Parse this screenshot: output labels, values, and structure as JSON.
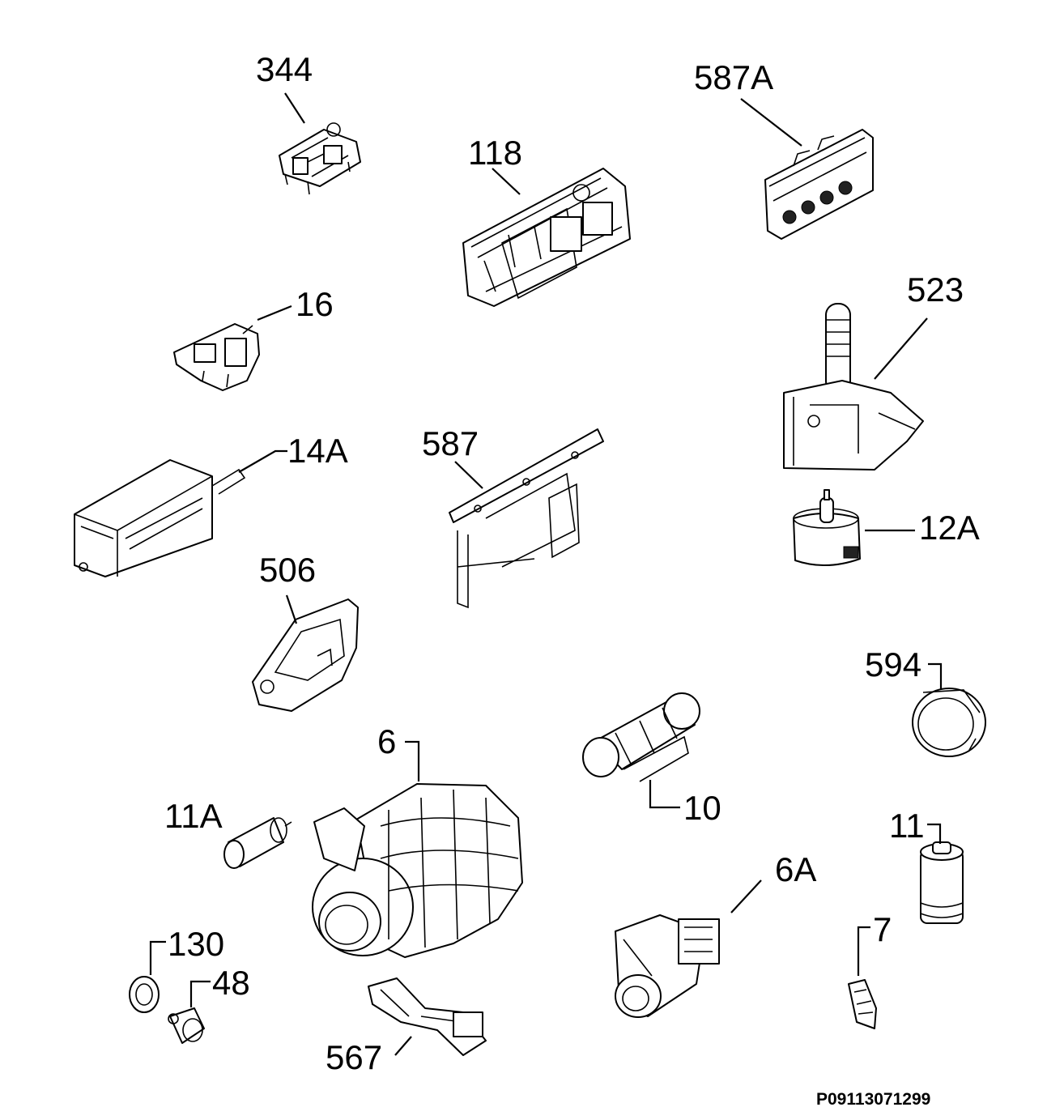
{
  "diagram": {
    "reference_code": "P09113071299",
    "parts": [
      {
        "id": "p344",
        "label": "344"
      },
      {
        "id": "p118",
        "label": "118"
      },
      {
        "id": "p587A",
        "label": "587A"
      },
      {
        "id": "p16",
        "label": "16"
      },
      {
        "id": "p523",
        "label": "523"
      },
      {
        "id": "p14A",
        "label": "14A"
      },
      {
        "id": "p587",
        "label": "587"
      },
      {
        "id": "p12A",
        "label": "12A"
      },
      {
        "id": "p506",
        "label": "506"
      },
      {
        "id": "p594",
        "label": "594"
      },
      {
        "id": "p6",
        "label": "6"
      },
      {
        "id": "p10",
        "label": "10"
      },
      {
        "id": "p11A",
        "label": "11A"
      },
      {
        "id": "p11",
        "label": "11"
      },
      {
        "id": "p6A",
        "label": "6A"
      },
      {
        "id": "p130",
        "label": "130"
      },
      {
        "id": "p48",
        "label": "48"
      },
      {
        "id": "p7",
        "label": "7"
      },
      {
        "id": "p567",
        "label": "567"
      }
    ]
  }
}
